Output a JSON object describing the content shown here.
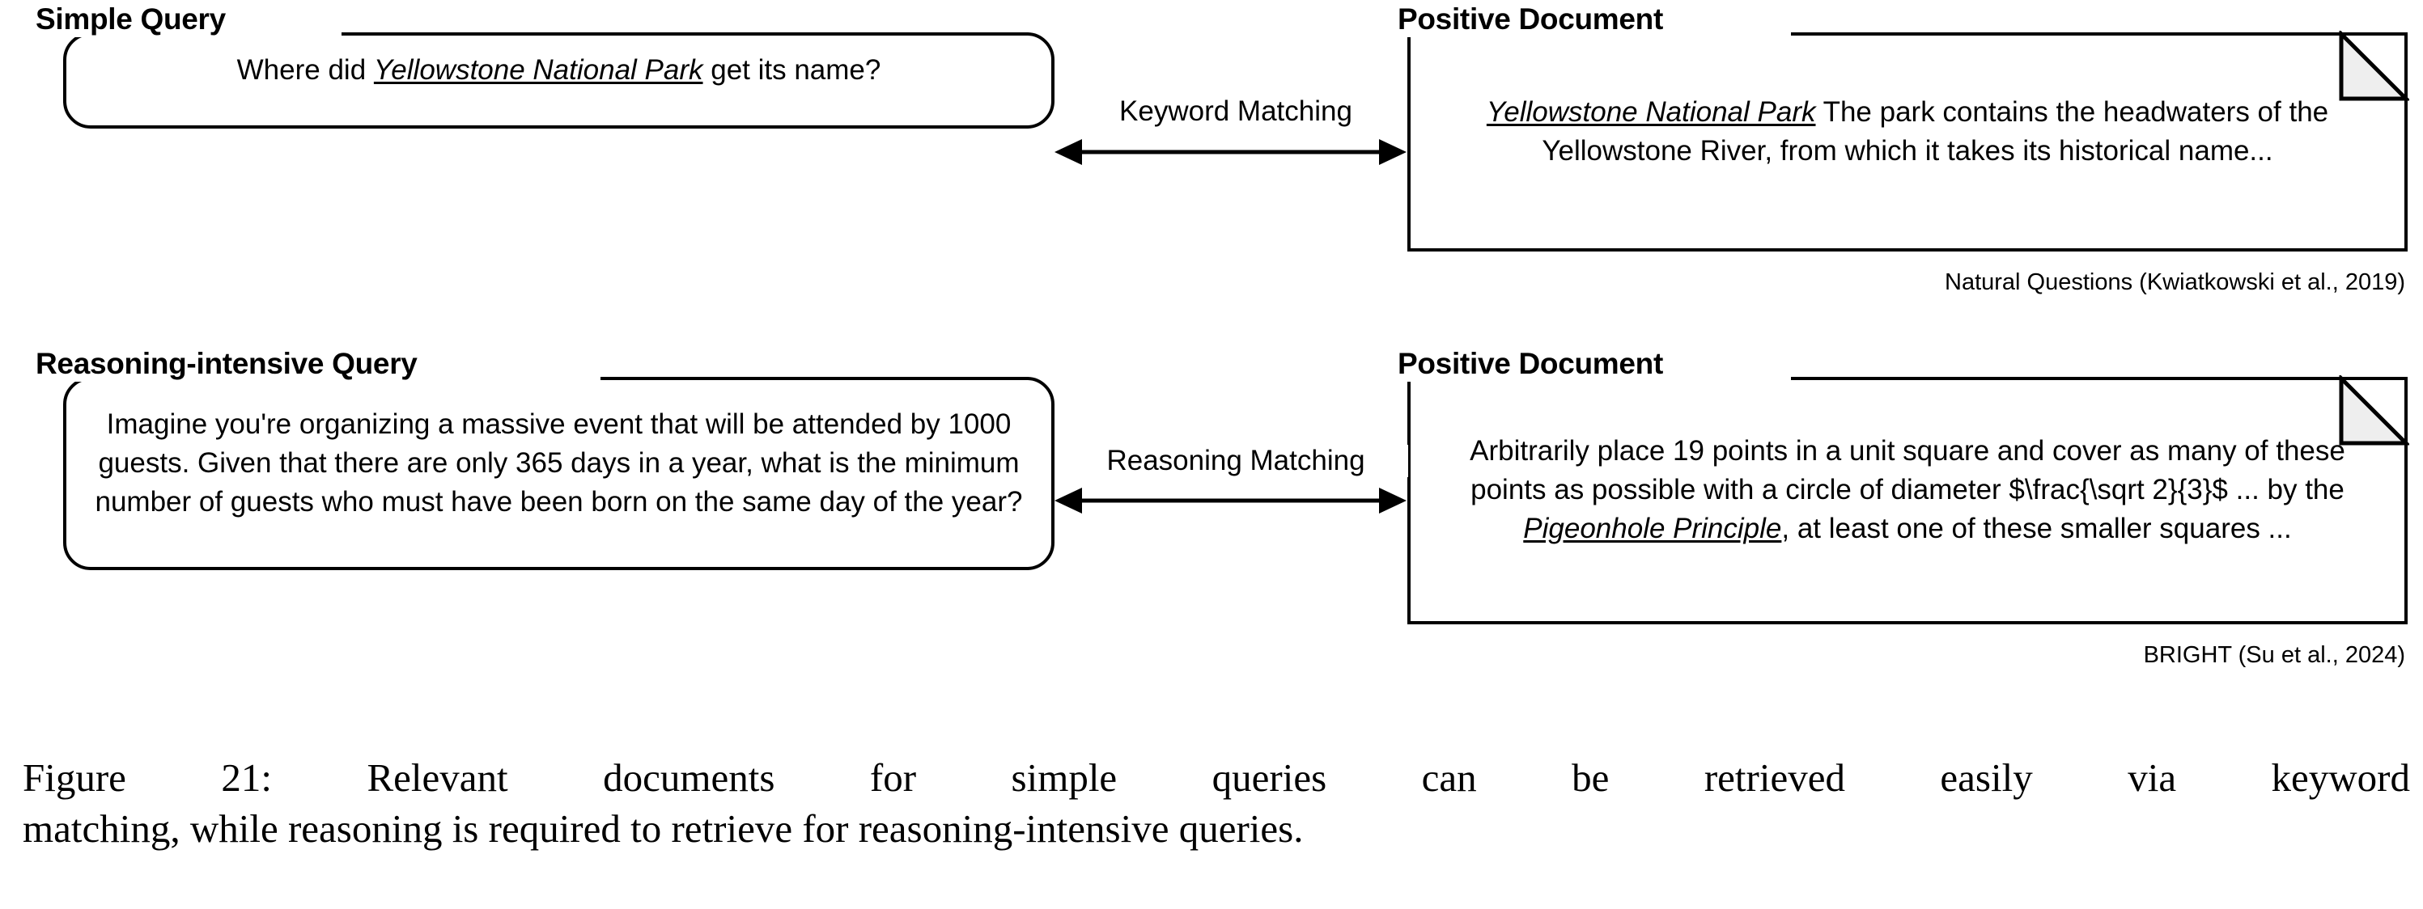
{
  "figure": {
    "caption_lines": [
      "Figure 21:  Relevant documents for simple queries can be retrieved easily via keyword",
      "matching, while reasoning is required to retrieve for reasoning-intensive queries."
    ]
  },
  "rows": [
    {
      "query": {
        "title": "Simple Query",
        "text_before": "Where did ",
        "emphasis": "Yellowstone National Park",
        "text_after": " get its name?"
      },
      "arrow": {
        "label": "Keyword Matching",
        "direction": "bidirectional"
      },
      "document": {
        "title": "Positive Document",
        "emphasis": "Yellowstone National Park",
        "text_after": " The park contains the headwaters of the Yellowstone River, from which it takes its historical name..."
      },
      "citation": "Natural Questions (Kwiatkowski et al., 2019)"
    },
    {
      "query": {
        "title": "Reasoning-intensive Query",
        "text_before": "",
        "emphasis": "",
        "text_after": "Imagine you're organizing a massive event that will be attended by 1000 guests. Given that there are only 365 days in a year, what is the minimum number of guests who must have been born on the same day of the year?"
      },
      "arrow": {
        "label": "Reasoning Matching",
        "direction": "bidirectional"
      },
      "document": {
        "title": "Positive Document",
        "text_start": "Arbitrarily place 19 points in a unit square and cover as many of these points as possible with a circle of diameter $\\frac{\\sqrt 2}{3}$ ... by the ",
        "emphasis": "Pigeonhole Principle",
        "text_end": ", at least one of these smaller squares ..."
      },
      "citation": "BRIGHT (Su et al., 2024)"
    }
  ],
  "colors": {
    "stroke": "#000000",
    "background": "#ffffff",
    "fold_fill": "#eeeeee"
  }
}
